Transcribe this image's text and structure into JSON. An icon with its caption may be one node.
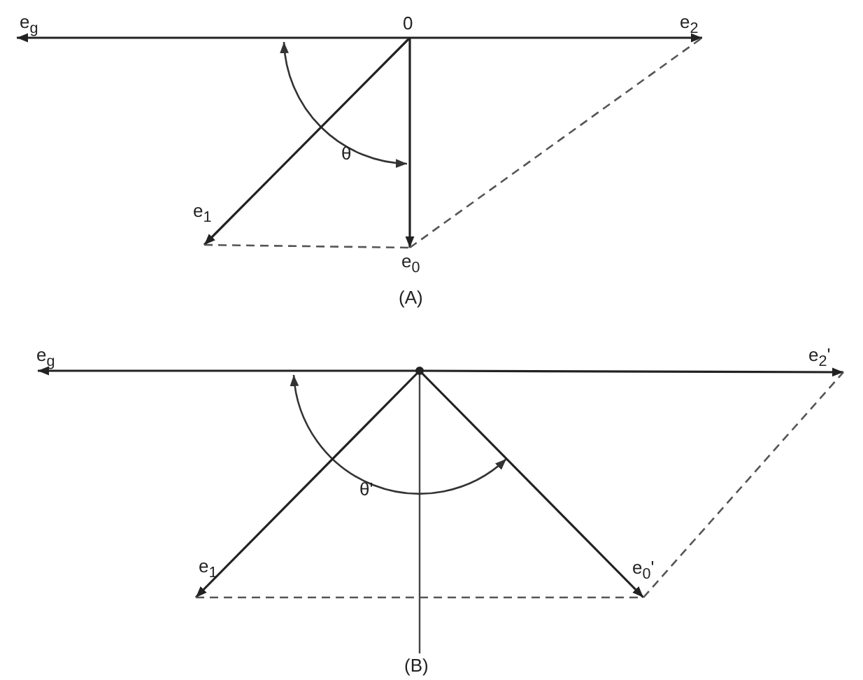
{
  "diagram": {
    "nodes": [
      {
        "text": [
          "0"
        ]
      },
      {
        "text": [
          "e$_{g}$"
        ]
      },
      {
        "text": [
          "e$_{2}$"
        ]
      },
      {
        "text": [
          "e$_{1}$"
        ]
      },
      {
        "text": [
          "e$_{0}$"
        ]
      },
      {
        "text": [],
        "shape": "point"
      },
      {
        "text": [
          "e$_{g}$"
        ]
      },
      {
        "text": [
          "e$_{2}$'"
        ]
      },
      {
        "text": [
          "e$_{1}$"
        ]
      },
      {
        "text": [
          "e$_{0}$'"
        ]
      }
    ],
    "edges": [
      {
        "from": 0,
        "to": 1,
        "arrow": "to"
      },
      {
        "from": 0,
        "to": 2,
        "arrow": "to"
      },
      {
        "from": 0,
        "to": 3,
        "arrow": "to"
      },
      {
        "from": 0,
        "to": 4,
        "arrow": "to"
      },
      {
        "from": 3,
        "to": 4,
        "arrow": "none",
        "style": "dashed"
      },
      {
        "from": 4,
        "to": 2,
        "arrow": "none",
        "style": "dashed"
      },
      {
        "from": 5,
        "to": 6,
        "arrow": "to"
      },
      {
        "from": 5,
        "to": 7,
        "arrow": "to"
      },
      {
        "from": 5,
        "to": 8,
        "arrow": "to"
      },
      {
        "from": 5,
        "to": 9,
        "arrow": "to"
      },
      {
        "from": 8,
        "to": 9,
        "arrow": "none",
        "style": "dashed"
      },
      {
        "from": 9,
        "to": 7,
        "arrow": "none",
        "style": "dashed"
      }
    ],
    "labels": [
      "θ",
      "(A)",
      "θ'",
      "(B)"
    ]
  }
}
